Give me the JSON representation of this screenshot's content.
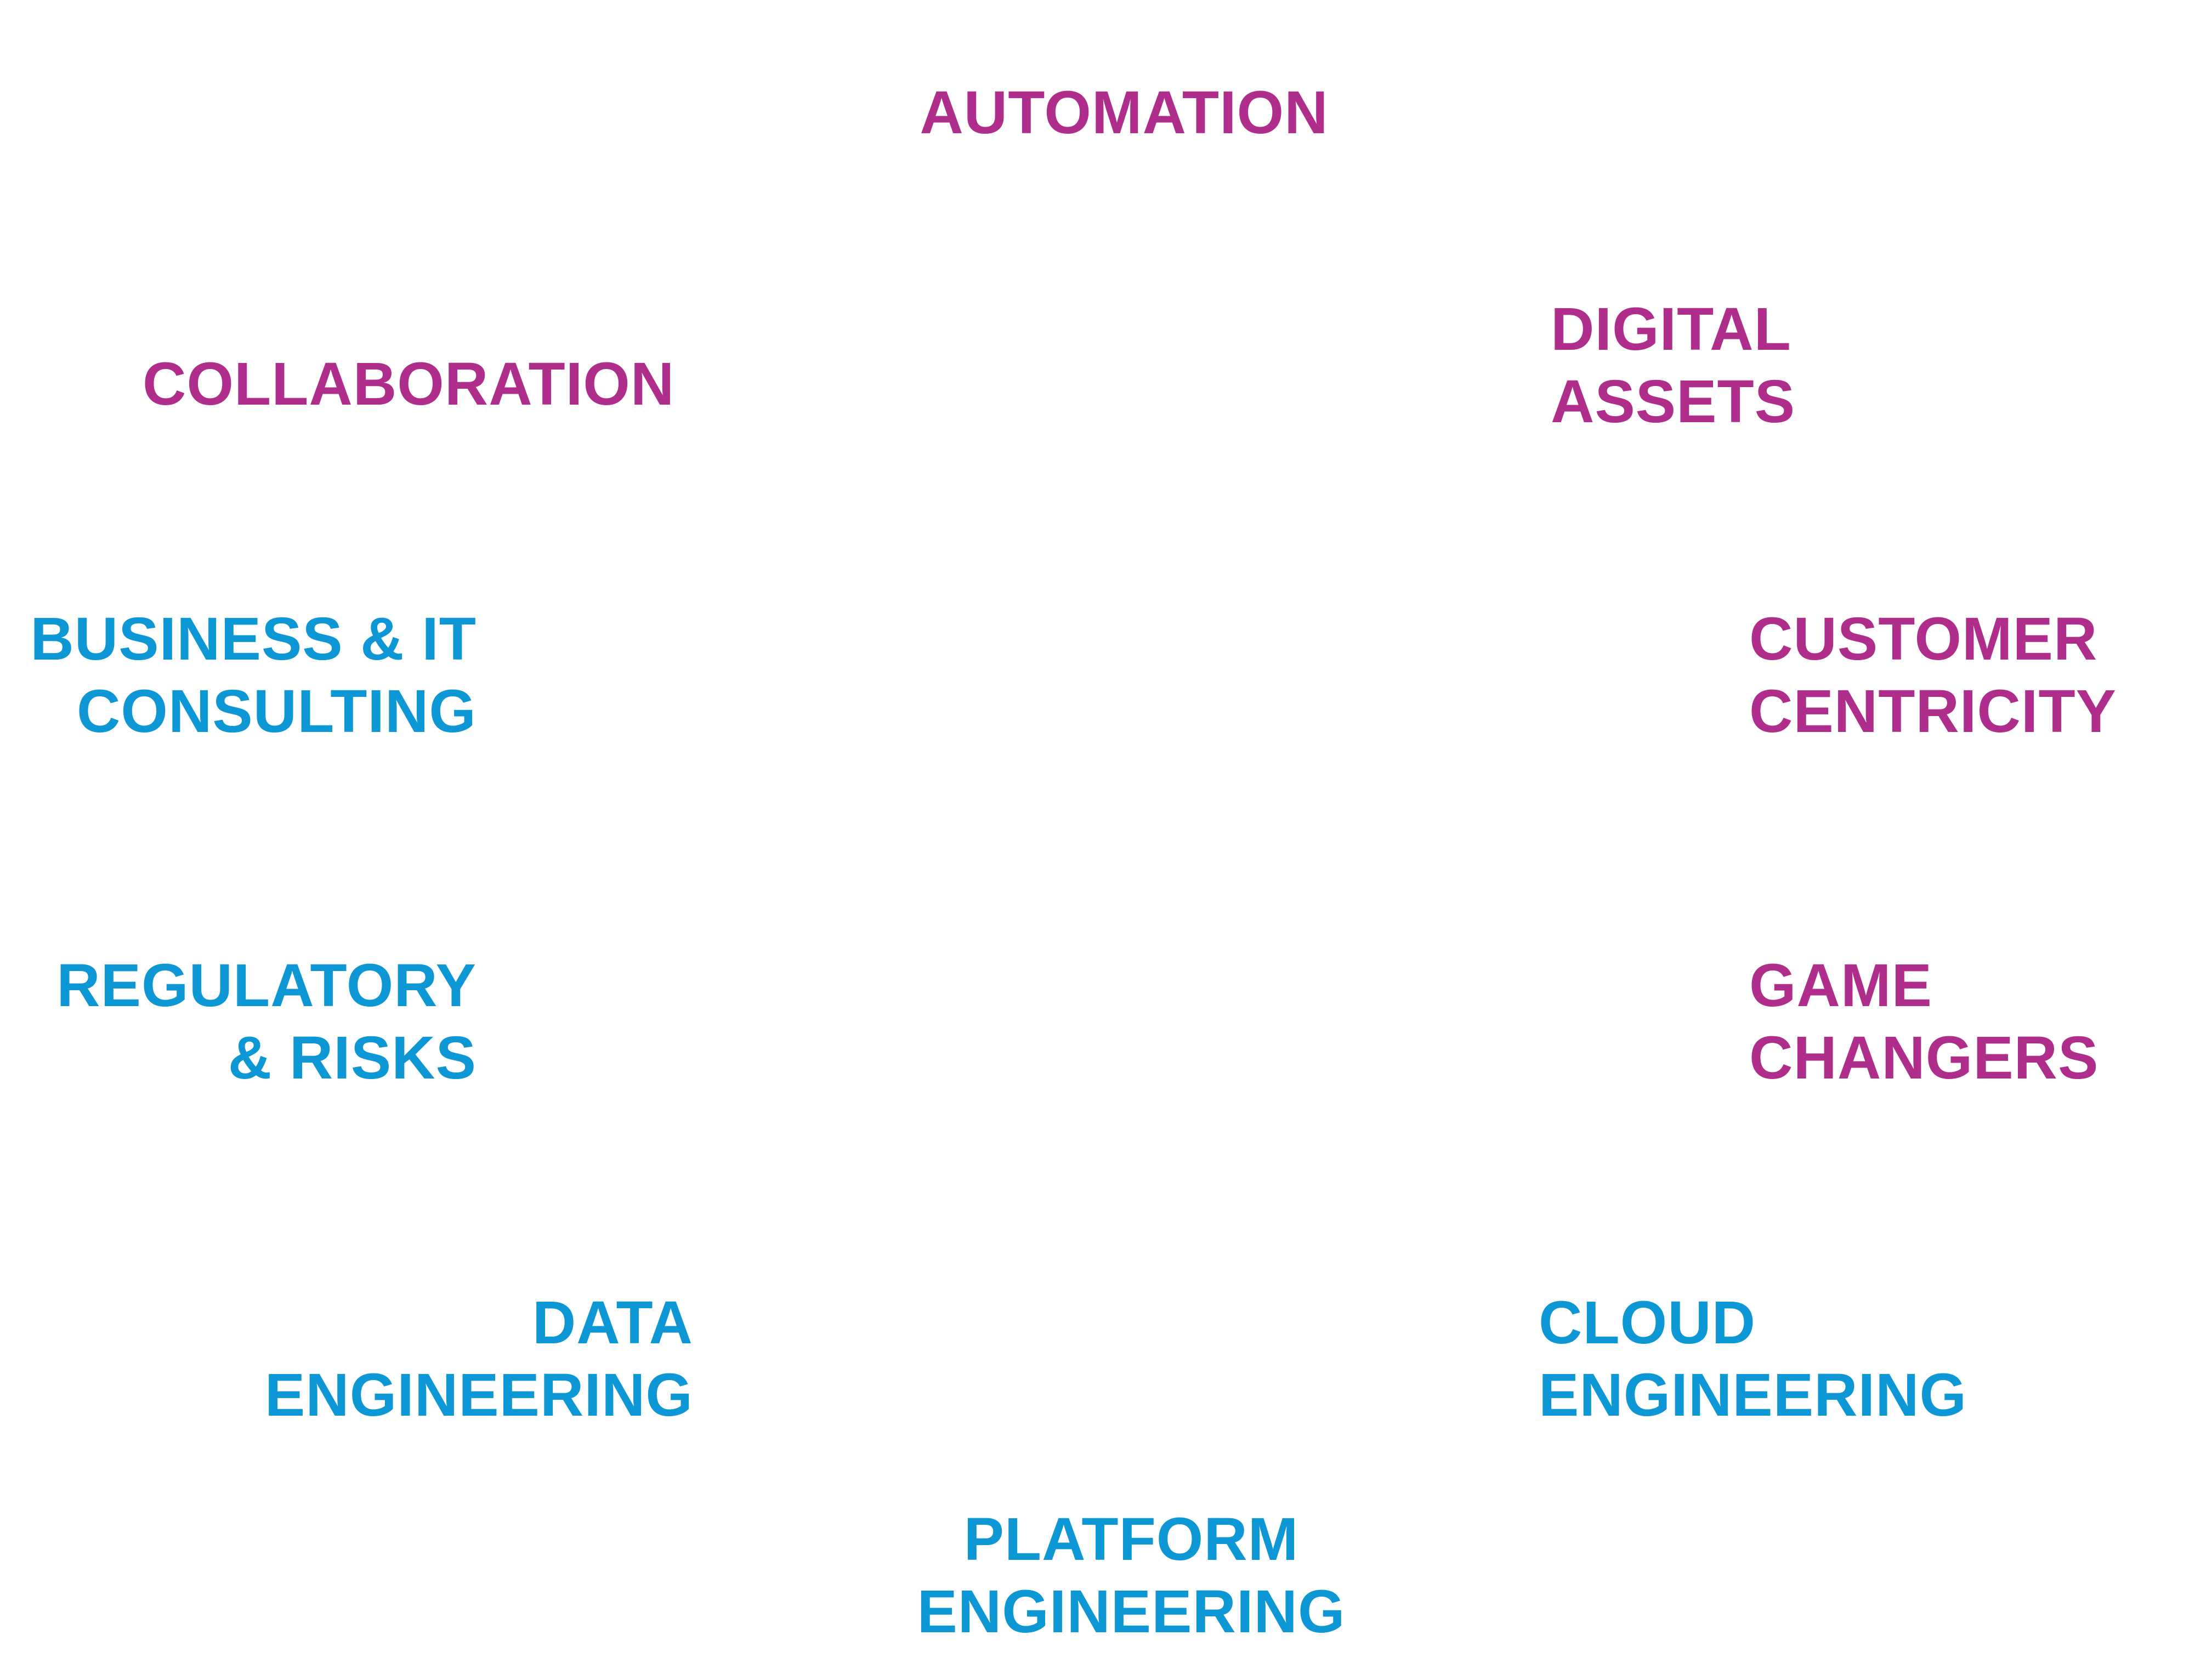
{
  "colors": {
    "magenta": "#b02e8b",
    "blue": "#0d97d5",
    "background": "#ffffff"
  },
  "labels": {
    "automation": {
      "lines": [
        "AUTOMATION"
      ],
      "color": "magenta"
    },
    "digital_assets": {
      "lines": [
        "DIGITAL",
        "ASSETS"
      ],
      "color": "magenta"
    },
    "collaboration": {
      "lines": [
        "COLLABORATION"
      ],
      "color": "magenta"
    },
    "customer_centricity": {
      "lines": [
        "CUSTOMER",
        "CENTRICITY"
      ],
      "color": "magenta"
    },
    "business_it_consulting": {
      "lines": [
        "BUSINESS & IT",
        "CONSULTING"
      ],
      "color": "blue"
    },
    "game_changers": {
      "lines": [
        "GAME",
        "CHANGERS"
      ],
      "color": "magenta"
    },
    "regulatory_risks": {
      "lines": [
        "REGULATORY",
        "& RISKS"
      ],
      "color": "blue"
    },
    "data_engineering": {
      "lines": [
        "DATA",
        "ENGINEERING"
      ],
      "color": "blue"
    },
    "cloud_engineering": {
      "lines": [
        "CLOUD",
        "ENGINEERING"
      ],
      "color": "blue"
    },
    "platform_engineering": {
      "lines": [
        "PLATFORM",
        "ENGINEERING"
      ],
      "color": "blue"
    }
  }
}
